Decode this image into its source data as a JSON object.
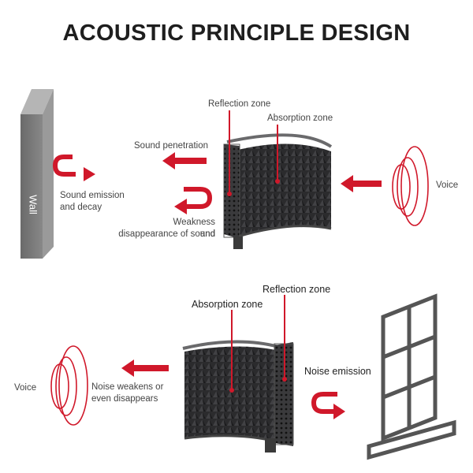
{
  "title": "ACOUSTIC PRINCIPLE DESIGN",
  "colors": {
    "accent": "#d0182a",
    "foam": "#2e2e30",
    "wall": "#6e6e6e",
    "frame": "#555555"
  },
  "top": {
    "wall_label": "Wall",
    "reflection_zone": "Reflection zone",
    "absorption_zone": "Absorption zone",
    "sound_penetration": "Sound penetration",
    "sound_emission_1": "Sound emission",
    "sound_emission_2": "and decay",
    "weakness_1": "Weakness and",
    "weakness_2": "disappearance of sound",
    "voice": "Voice"
  },
  "bottom": {
    "reflection_zone": "Reflection zone",
    "absorption_zone": "Absorption zone",
    "noise_emission": "Noise emission",
    "noise_weakens_1": "Noise weakens or",
    "noise_weakens_2": "even disappears",
    "voice": "Voice"
  }
}
